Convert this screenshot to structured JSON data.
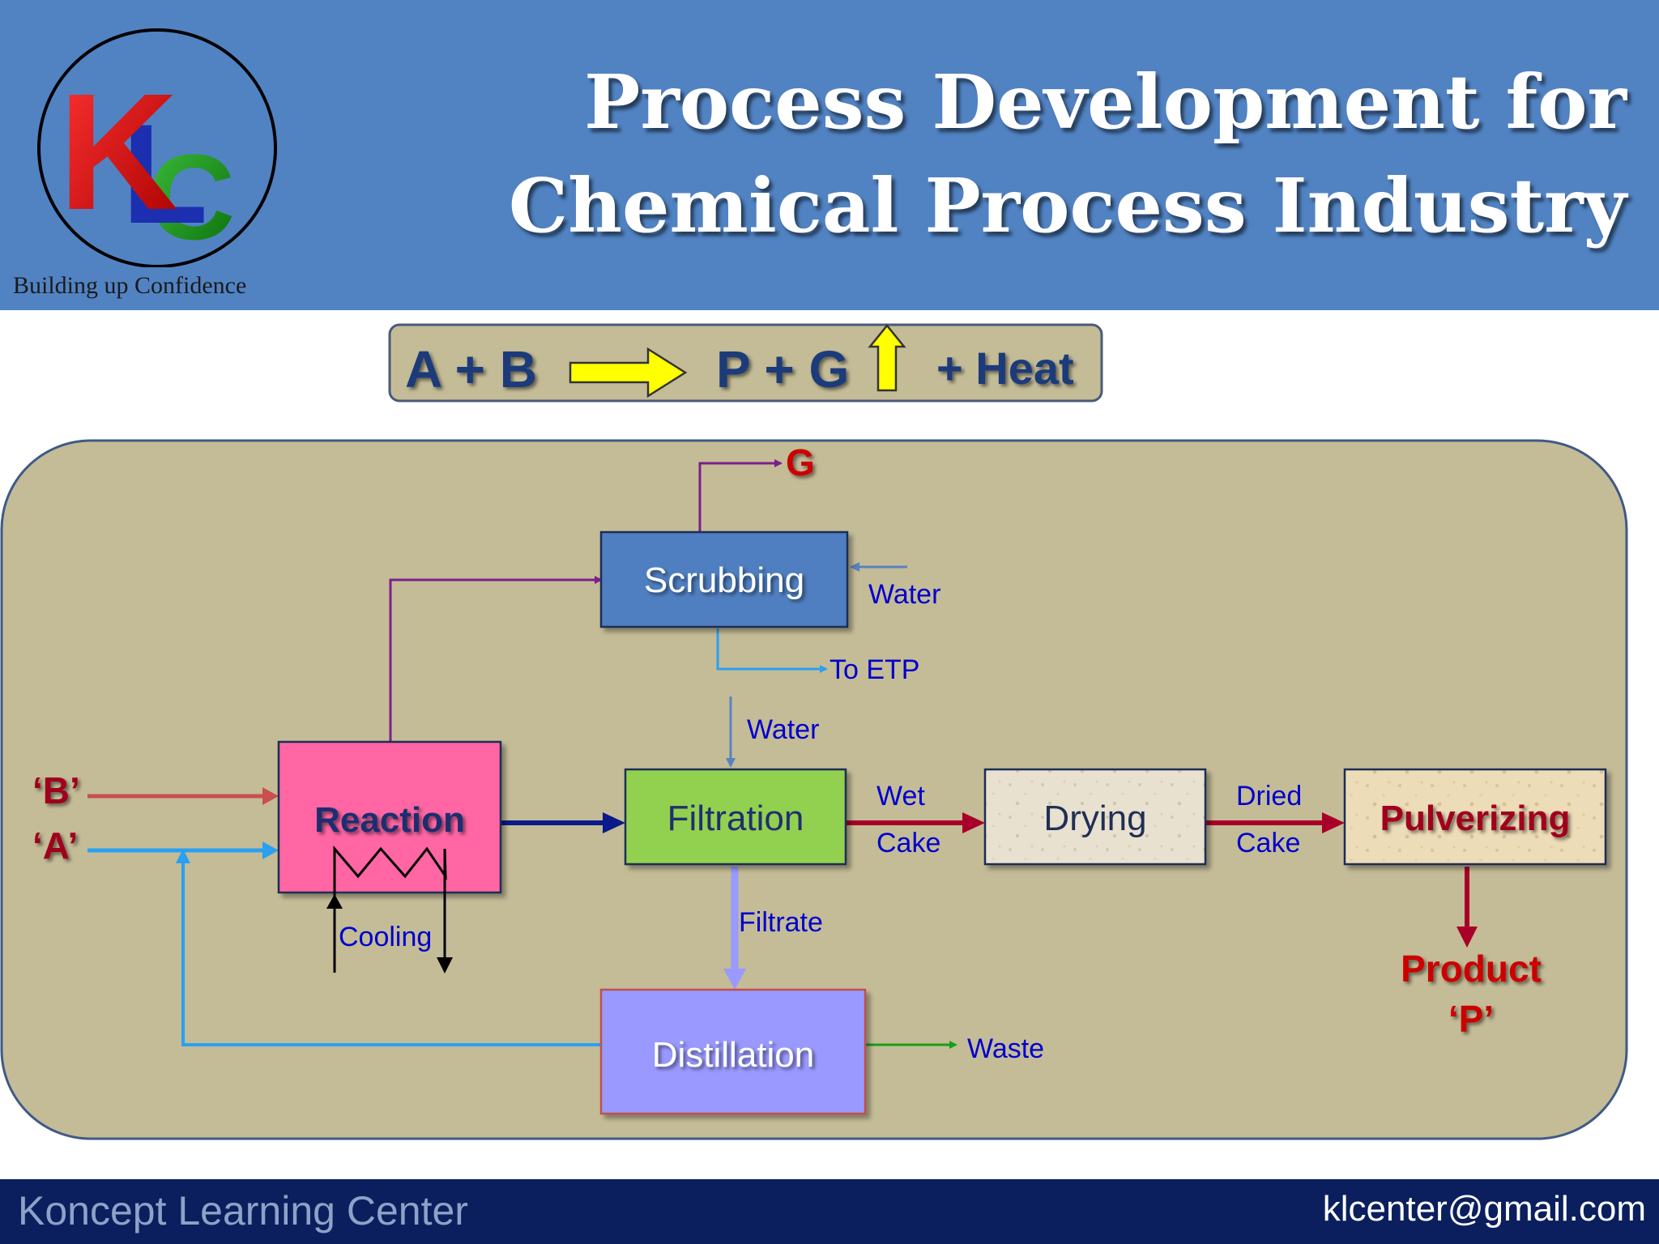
{
  "header": {
    "logo_letters": "KLC",
    "tagline": "Building up Confidence",
    "title_line1": "Process Development for",
    "title_line2": "Chemical Process Industry"
  },
  "equation": {
    "reactants": "A + B",
    "products": "P + G",
    "heat": "+ Heat"
  },
  "flowsheet": {
    "units": {
      "scrubbing": "Scrubbing",
      "reaction": "Reaction",
      "filtration": "Filtration",
      "drying": "Drying",
      "pulverizing": "Pulverizing",
      "distillation": "Distillation"
    },
    "labels": {
      "g_out": "G",
      "water_scrub": "Water",
      "to_etp": "To ETP",
      "water_filter": "Water",
      "feed_b": "‘B’",
      "feed_a": "‘A’",
      "wet": "Wet",
      "wet_cake": "Cake",
      "dried": "Dried",
      "dried_cake": "Cake",
      "filtrate": "Filtrate",
      "cooling": "Cooling",
      "waste": "Waste",
      "product_line1": "Product",
      "product_line2": "‘P’"
    }
  },
  "footer": {
    "left": "Koncept Learning Center",
    "right": "klcenter@gmail.com"
  },
  "colors": {
    "header_bg": "#5183c3",
    "footer_bg": "#0b1f5e",
    "panel_bg": "#c4bc97",
    "scrubbing": "#4f7fc0",
    "reaction": "#ff66a3",
    "filtration": "#92d050",
    "distillation": "#9999ff",
    "label_blue": "#0000cc",
    "product_red": "#cc0000"
  }
}
